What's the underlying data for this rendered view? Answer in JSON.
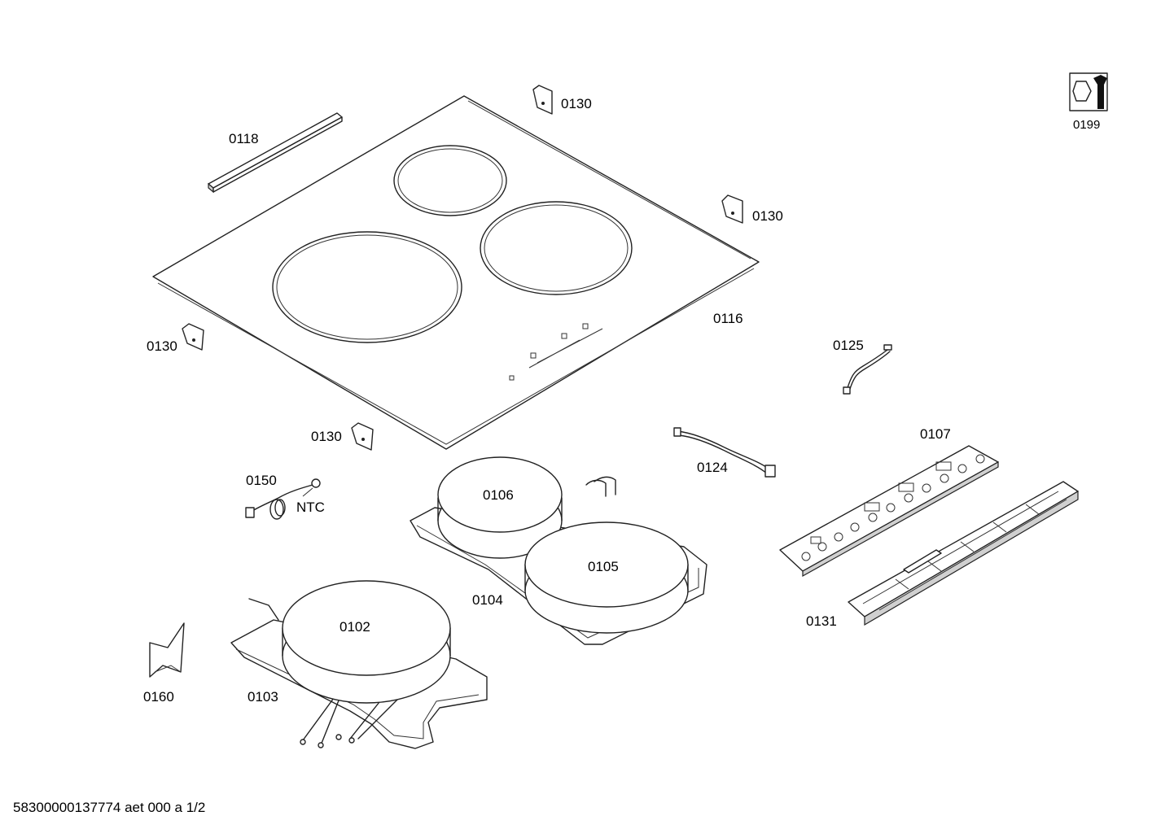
{
  "diagram": {
    "labels": {
      "p0130_top": "0130",
      "p0130_right": "0130",
      "p0130_left": "0130",
      "p0130_bottom": "0130",
      "p0118": "0118",
      "p0116": "0116",
      "p0199": "0199",
      "p0125": "0125",
      "p0107": "0107",
      "p0124": "0124",
      "p0150": "0150",
      "ntc": "NTC",
      "p0106": "0106",
      "p0105": "0105",
      "p0104": "0104",
      "p0102": "0102",
      "p0103": "0103",
      "p0160": "0160",
      "p0131": "0131"
    },
    "footer": "58300000137774 aet 000 a 1/2"
  }
}
